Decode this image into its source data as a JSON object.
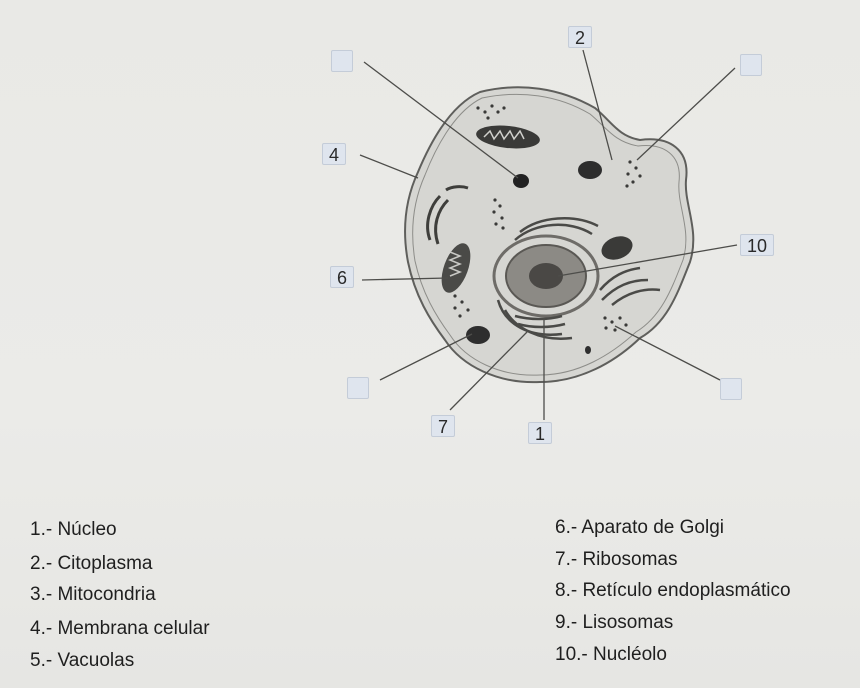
{
  "diagram": {
    "markers": [
      {
        "id": "top-left",
        "text": ""
      },
      {
        "id": "2",
        "text": "2"
      },
      {
        "id": "top-right",
        "text": ""
      },
      {
        "id": "4",
        "text": "4"
      },
      {
        "id": "10",
        "text": "10"
      },
      {
        "id": "6",
        "text": "6"
      },
      {
        "id": "lower-left",
        "text": ""
      },
      {
        "id": "lower-right",
        "text": ""
      },
      {
        "id": "7",
        "text": "7"
      },
      {
        "id": "1",
        "text": "1"
      }
    ]
  },
  "legend": {
    "left": [
      "1.- Núcleo",
      "2.- Citoplasma",
      "3.- Mitocondria",
      "4.- Membrana celular",
      "5.- Vacuolas"
    ],
    "right": [
      "6.- Aparato de Golgi",
      "7.- Ribosomas",
      "8.- Retículo endoplasmático",
      "9.- Lisosomas",
      "10.- Nucléolo"
    ]
  },
  "colors": {
    "cell_fill": "#d6d6d2",
    "nucleus_fill": "#8c8a85",
    "nucleolus_fill": "#4a4845",
    "organelle_dark": "#2e2e2e",
    "label_box": "#dfe5ee"
  }
}
